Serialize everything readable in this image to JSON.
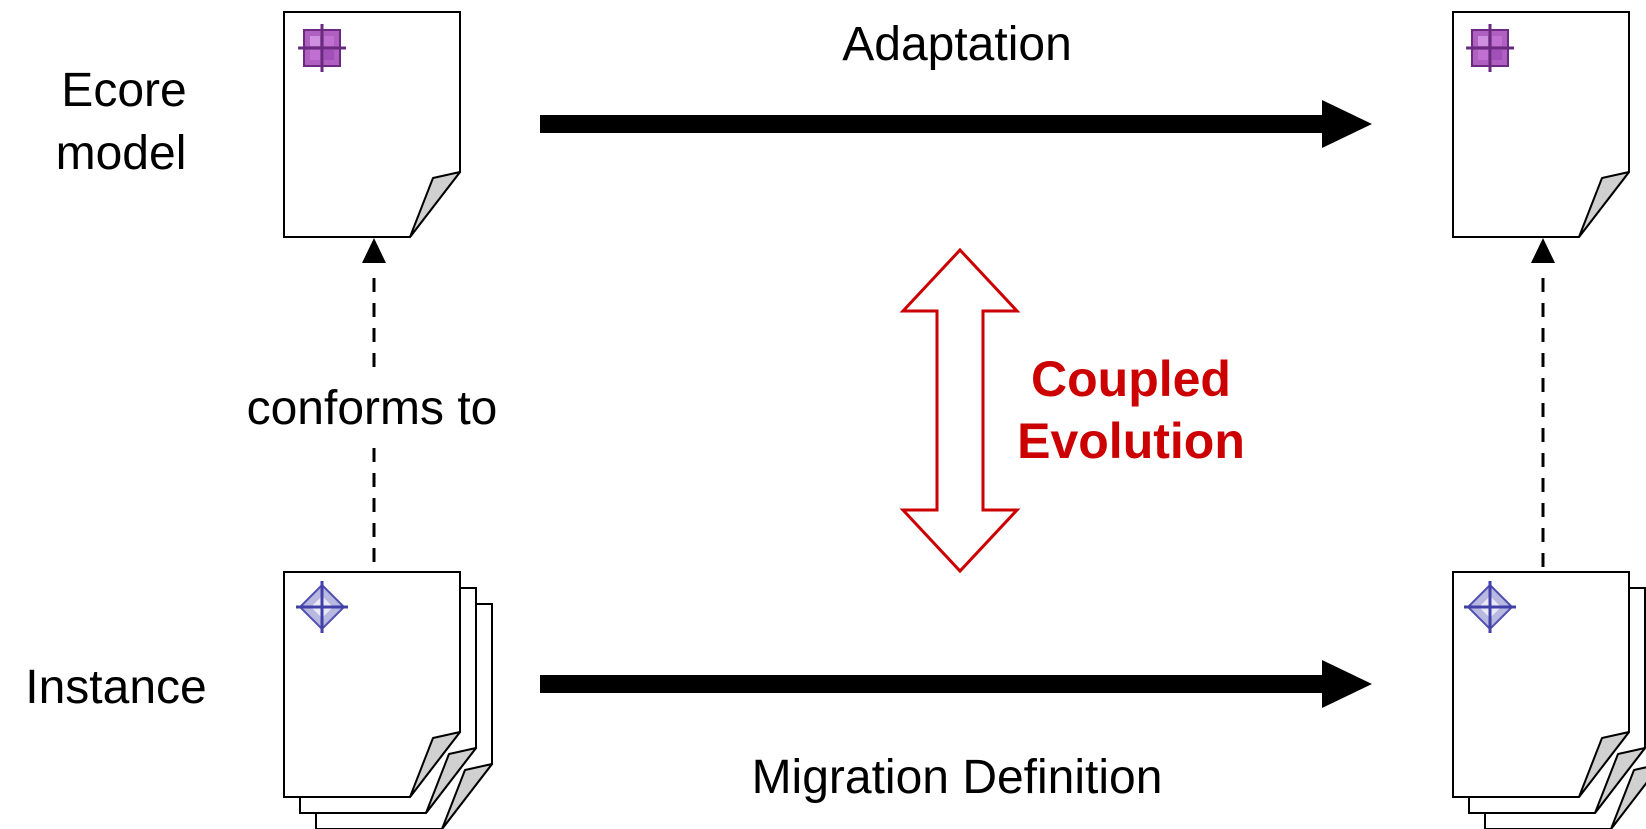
{
  "labels": {
    "ecore_line1": "Ecore",
    "ecore_line2": "model",
    "instance": "Instance",
    "conforms_to": "conforms to",
    "adaptation": "Adaptation",
    "migration": "Migration Definition",
    "coupled_line1": "Coupled",
    "coupled_line2": "Evolution"
  },
  "colors": {
    "accent_red": "#cc0000",
    "stroke": "#000000",
    "page_fill": "#ffffff",
    "fold_fill": "#d0d0d0",
    "class_icon": "#a040b0",
    "instance_icon": "#6a6ac8"
  },
  "icons": {
    "ecore_model_icon": "ecore-package-icon",
    "instance_icon": "instance-object-icon"
  }
}
